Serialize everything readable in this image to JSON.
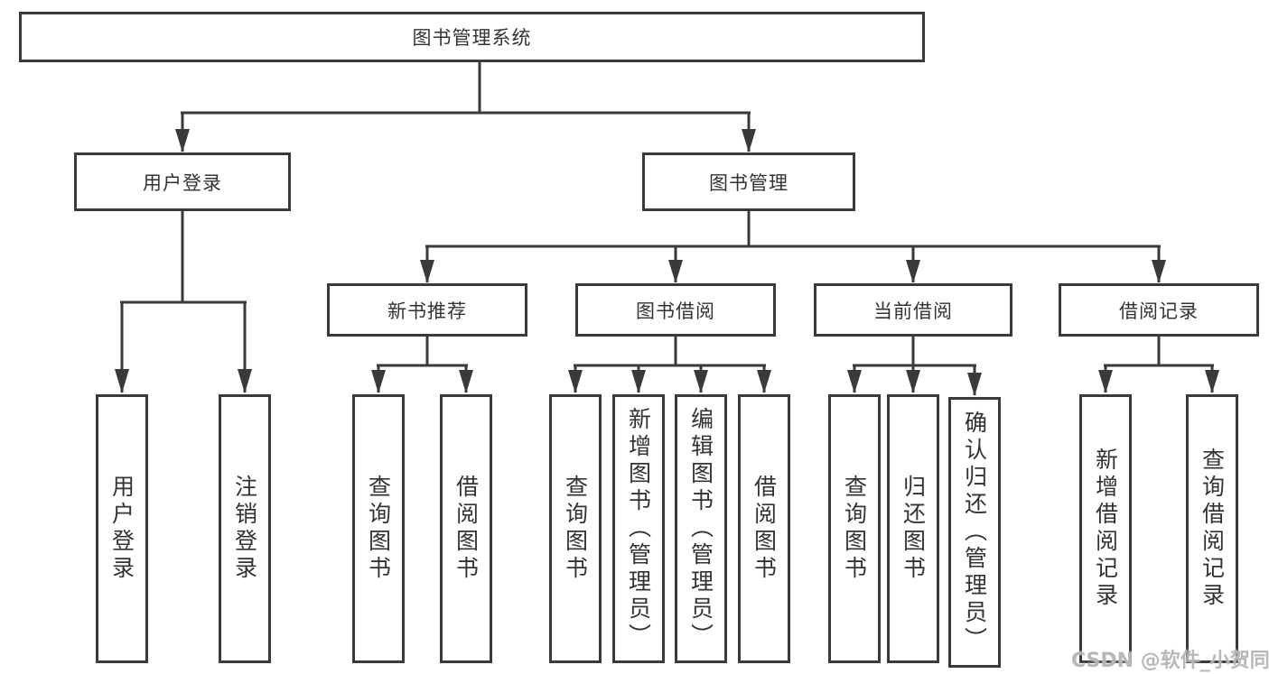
{
  "diagram": {
    "root": {
      "label": "图书管理系统"
    },
    "branches": [
      {
        "label": "用户登录",
        "children": [
          {
            "label": "用户登录"
          },
          {
            "label": "注销登录"
          }
        ]
      },
      {
        "label": "图书管理",
        "children": [
          {
            "label": "新书推荐",
            "children": [
              {
                "label": "查询图书"
              },
              {
                "label": "借阅图书"
              }
            ]
          },
          {
            "label": "图书借阅",
            "children": [
              {
                "label": "查询图书"
              },
              {
                "label": "新增图书（管理员）"
              },
              {
                "label": "编辑图书（管理员）"
              },
              {
                "label": "借阅图书"
              }
            ]
          },
          {
            "label": "当前借阅",
            "children": [
              {
                "label": "查询图书"
              },
              {
                "label": "归还图书"
              },
              {
                "label": "确认归还（管理员）"
              }
            ]
          },
          {
            "label": "借阅记录",
            "children": [
              {
                "label": "新增借阅记录"
              },
              {
                "label": "查询借阅记录"
              }
            ]
          }
        ]
      }
    ]
  },
  "watermark": {
    "text": "CSDN @软件_小贺同学"
  },
  "colors": {
    "line": "#3a3a3a",
    "box_border": "#3a3a3a",
    "box_fill": "#ffffff",
    "text": "#333333",
    "watermark": "#a8a8a8",
    "background": "#ffffff"
  }
}
